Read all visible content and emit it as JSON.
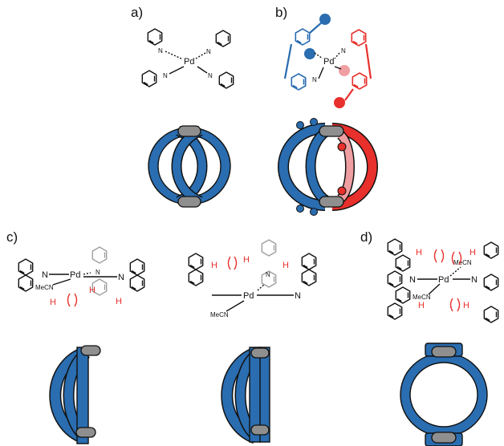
{
  "panels": {
    "a": {
      "label": "a)",
      "metal": "Pd",
      "ligand_atom": "N"
    },
    "b": {
      "label": "b)",
      "metal": "Pd",
      "ligand_atom": "N"
    },
    "c": {
      "label": "c)",
      "metal": "Pd",
      "ligand_atom": "N",
      "cosolvent": "MeCN",
      "hydrogen": "H"
    },
    "d": {
      "label": "d)",
      "metal": "Pd",
      "ligand_atom": "N",
      "cosolvent": "MeCN",
      "hydrogen": "H"
    }
  },
  "colors": {
    "blue": "#2a6db0",
    "red": "#e8302c",
    "pink": "#ef9ea1",
    "grey": "#8f8f8f",
    "ink": "#111111"
  }
}
